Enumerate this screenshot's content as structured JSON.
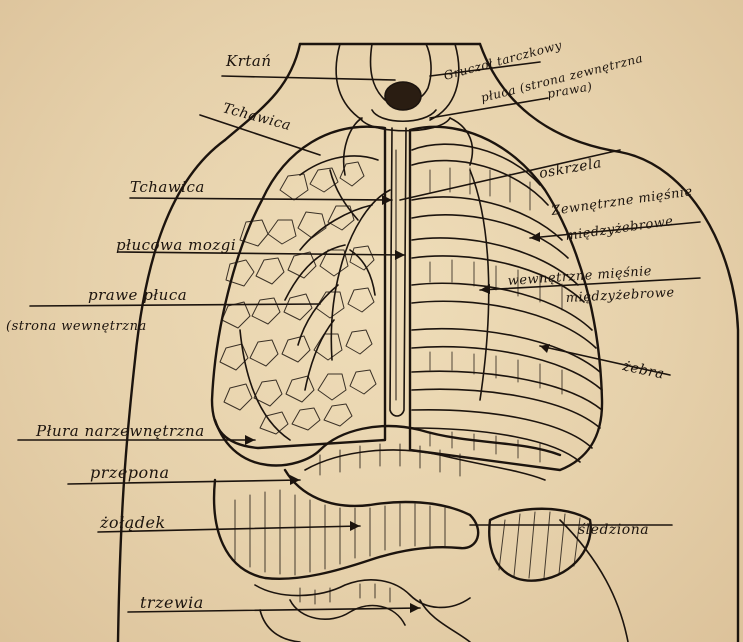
{
  "labels": {
    "krtan": "Krtań",
    "gruczol": "Gruczoł tarczkowy",
    "pluca_zewn": "płuca (strona zewnętrzna",
    "prawa": "prawa)",
    "tchawica_top": "Tchawica",
    "oskrzela": "oskrzela",
    "tchawica_mid": "Tchawica",
    "zewn_miesnie_1": "Zewnętrzne mięśnie",
    "zewn_miesnie_2": "międzyżebrowe",
    "plucna_mozgi": "płucowa mozgi",
    "wewn_miesnie_1": "wewnętrzne mięśnie",
    "wewn_miesnie_2": "międzyżebrowe",
    "prawe_pluca": "prawe płuca",
    "strona_wewn": "(strona wewnętrzna",
    "zebra": "żebra",
    "plura": "Płura narzewnętrzna",
    "przepona": "przepona",
    "zoladek": "żołądek",
    "sledziona": "śledziona",
    "trzewia": "trzewia"
  }
}
